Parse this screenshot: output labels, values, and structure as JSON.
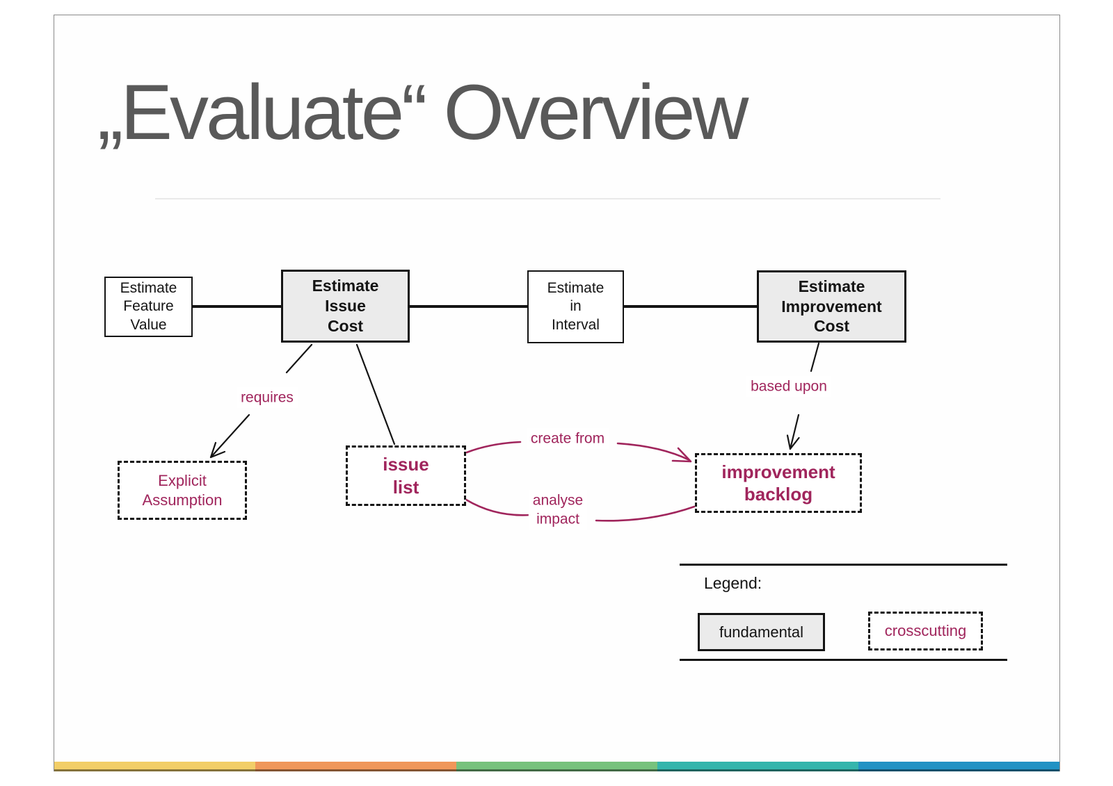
{
  "title": "„Evaluate“ Overview",
  "colors": {
    "magenta": "#A0255C",
    "title_gray": "#595959",
    "node_fill": "#EBEBEB",
    "stripe": [
      "#F2CE68",
      "#F0975A",
      "#77C27D",
      "#35B5AC",
      "#2292C4"
    ]
  },
  "nodes": {
    "estimate_feature_value": "Estimate\nFeature\nValue",
    "estimate_issue_cost": "Estimate\nIssue\nCost",
    "estimate_in_interval": "Estimate\nin\nInterval",
    "estimate_improvement_cost": "Estimate\nImprovement\nCost",
    "explicit_assumption": "Explicit\nAssumption",
    "issue_list": "issue\nlist",
    "improvement_backlog": "improvement\nbacklog"
  },
  "edge_labels": {
    "requires": "requires",
    "based_upon": "based upon",
    "create_from": "create from",
    "analyse_impact": "analyse\nimpact"
  },
  "legend": {
    "heading": "Legend:",
    "fundamental": "fundamental",
    "crosscutting": "crosscutting"
  }
}
